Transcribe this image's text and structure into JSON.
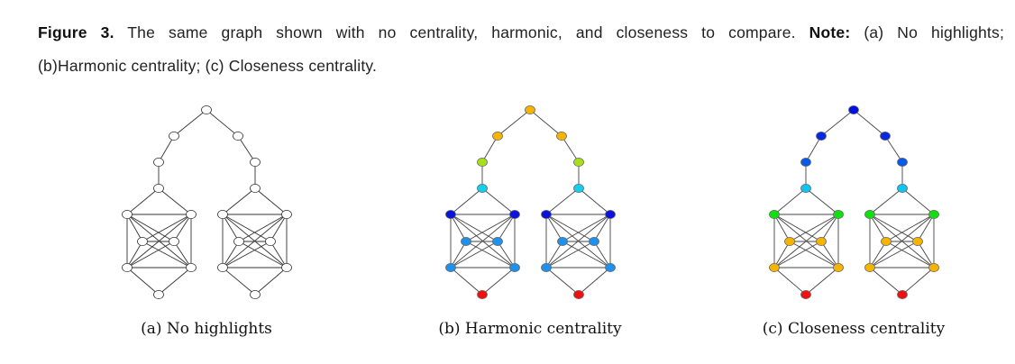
{
  "caption": {
    "label": "Figure 3.",
    "text1": " The same graph shown with no centrality, harmonic, and closeness to compare. ",
    "note_label": "Note:",
    "text2": " (a) No highlights;",
    "line2": "(b)Harmonic centrality; (c) Closeness centrality."
  },
  "panels": [
    {
      "label": "(a) No highlights",
      "colors": {
        "top": "#ffffff",
        "path1": "#ffffff",
        "path2": "#ffffff",
        "hub": "#ffffff",
        "upper": "#ffffff",
        "inner": "#ffffff",
        "lower": "#ffffff",
        "bottom": "#ffffff"
      }
    },
    {
      "label": "(b) Harmonic centrality",
      "colors": {
        "top": "#f5b400",
        "path1": "#f5b400",
        "path2": "#a6e01a",
        "hub": "#10d0ee",
        "upper": "#0a14d8",
        "inner": "#1e90ee",
        "lower": "#1e90ee",
        "bottom": "#f01010"
      }
    },
    {
      "label": "(c) Closeness centrality",
      "colors": {
        "top": "#0010e0",
        "path1": "#0828e0",
        "path2": "#0a5ae8",
        "hub": "#10c4f0",
        "upper": "#10e010",
        "inner": "#f5b400",
        "lower": "#f5b400",
        "bottom": "#f01010"
      }
    }
  ]
}
